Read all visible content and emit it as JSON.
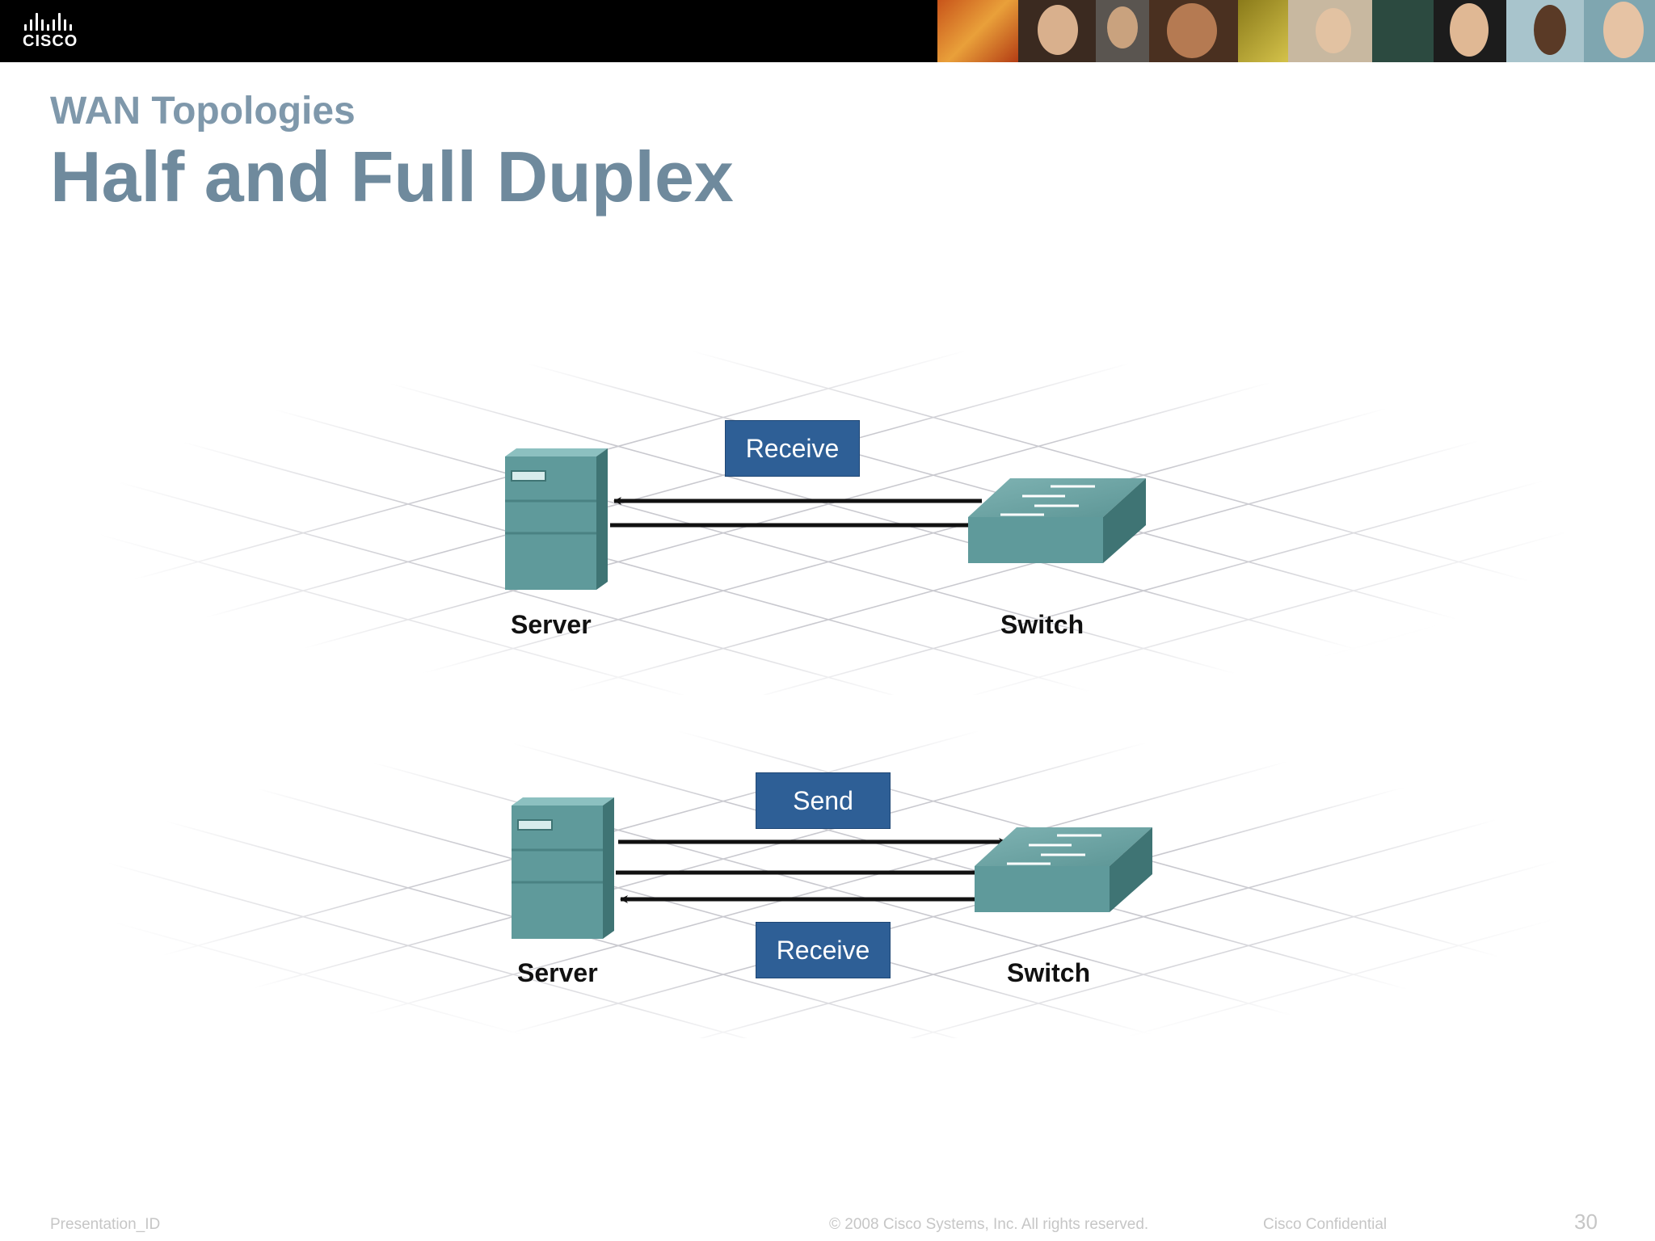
{
  "header": {
    "logo_text": "CISCO"
  },
  "slide": {
    "subtitle": "WAN Topologies",
    "title": "Half and Full Duplex"
  },
  "half_duplex": {
    "message_label": "Receive",
    "left_device": "Server",
    "right_device": "Switch"
  },
  "full_duplex": {
    "send_label": "Send",
    "receive_label": "Receive",
    "left_device": "Server",
    "right_device": "Switch"
  },
  "footer": {
    "presentation_id": "Presentation_ID",
    "copyright": "© 2008 Cisco Systems, Inc. All rights reserved.",
    "confidential": "Cisco Confidential",
    "page_number": "30"
  },
  "colors": {
    "title": "#6f8a9d",
    "label_box": "#2e5f96",
    "device": "#5f9a9b"
  }
}
